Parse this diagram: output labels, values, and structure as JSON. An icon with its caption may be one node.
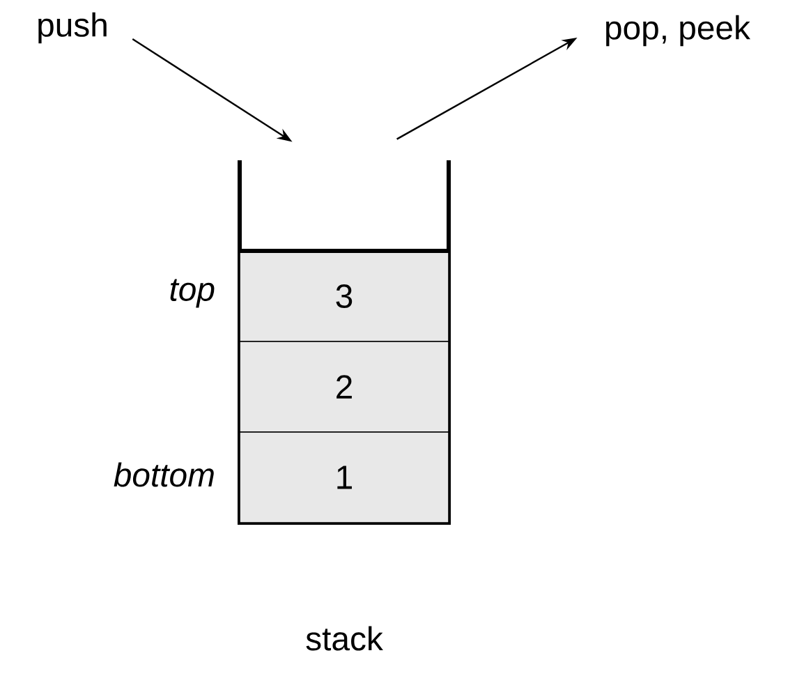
{
  "diagram": {
    "nodes": [
      {
        "text": [
          "push"
        ]
      },
      {
        "text": [
          "pop, peek"
        ]
      },
      {
        "text": [],
        "shape": "box",
        "beside": [
          "stack"
        ]
      },
      {
        "text": [
          "3"
        ],
        "in": 2,
        "beside": [
          "top"
        ]
      },
      {
        "text": [
          "2"
        ],
        "in": 2
      },
      {
        "text": [
          "1"
        ],
        "in": 2,
        "beside": [
          "bottom"
        ]
      }
    ],
    "edges": [
      {
        "from": 0,
        "to": 2,
        "arrow": "to"
      },
      {
        "from": 2,
        "to": 1,
        "arrow": "to"
      }
    ]
  }
}
